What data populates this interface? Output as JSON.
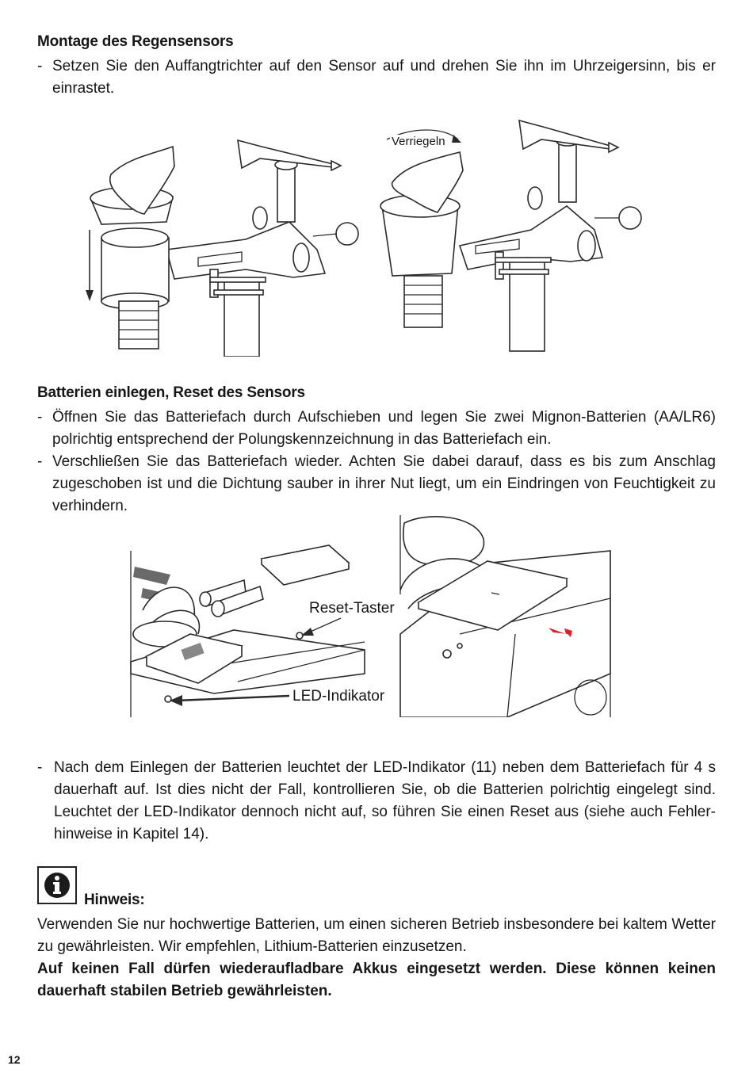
{
  "section1": {
    "heading": "Montage des Regensensors",
    "items": [
      "Setzen Sie den Auffangtrichter auf den Sensor auf und drehen Sie ihn im Uhrzeigersinn, bis er einrastet."
    ]
  },
  "figure1": {
    "lock_label": "Verriegeln"
  },
  "section2": {
    "heading": "Batterien einlegen, Reset des Sensors",
    "items": [
      "Öffnen Sie das Batteriefach durch Aufschieben und legen Sie zwei Mignon-Batterien (AA/LR6) polrichtig entsprechend der Polungskennzeichnung in das Batteriefach ein.",
      "Verschließen Sie das Batteriefach wieder. Achten Sie dabei darauf, dass es bis zum Anschlag zugeschoben ist und die Dichtung sauber in ihrer Nut liegt, um ein Eindringen von Feuchtigkeit zu verhindern."
    ]
  },
  "figure2": {
    "reset_label": "Reset-Taster",
    "led_label": "LED-Indikator"
  },
  "section3": {
    "items": [
      "Nach dem Einlegen der Batterien leuchtet der LED-Indikator (11) neben dem Batteriefach für 4 s dauerhaft auf. Ist dies nicht der Fall, kontrollieren Sie, ob die Batterien polrichtig eingelegt sind. Leuchtet der LED-Indikator dennoch nicht auf, so führen Sie einen Reset aus (siehe auch Fehler-hinweise in Kapitel 14)."
    ]
  },
  "note": {
    "icon": "info-icon",
    "title": "Hinweis:",
    "text": "Verwenden Sie nur hochwertige Batterien, um einen sicheren Betrieb insbesondere bei kaltem Wetter zu gewährleisten. Wir empfehlen, Lithium-Batterien einzusetzen.",
    "warning": "Auf keinen Fall dürfen wiederaufladbare Akkus eingesetzt werden. Diese können keinen dauerhaft stabilen Betrieb gewährleisten."
  },
  "page_number": "12",
  "colors": {
    "text": "#161616",
    "arrow_red": "#d9232d"
  }
}
